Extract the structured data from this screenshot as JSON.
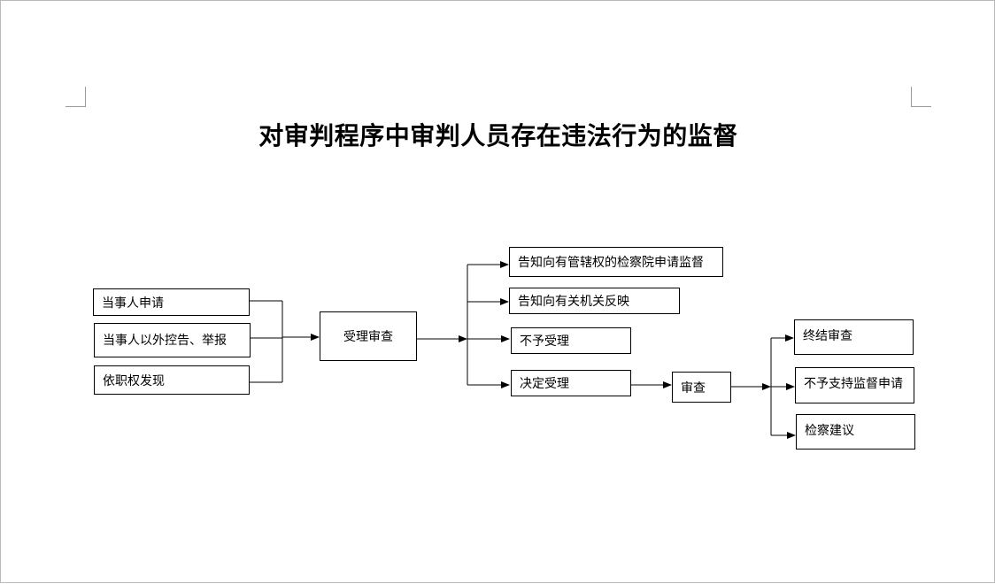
{
  "document": {
    "title": "对审判程序中审判人员存在违法行为的监督"
  },
  "flowchart": {
    "sources": [
      {
        "label": "当事人申请"
      },
      {
        "label": "当事人以外控告、举报"
      },
      {
        "label": "依职权发现"
      }
    ],
    "intake": {
      "label": "受理审查"
    },
    "outcomes": [
      {
        "label": "告知向有管辖权的检察院申请监督"
      },
      {
        "label": "告知向有关机关反映"
      },
      {
        "label": "不予受理"
      },
      {
        "label": "决定受理"
      }
    ],
    "review": {
      "label": "审查"
    },
    "results": [
      {
        "label": "终结审查"
      },
      {
        "label": "不予支持监督申请"
      },
      {
        "label": "检察建议"
      }
    ]
  }
}
